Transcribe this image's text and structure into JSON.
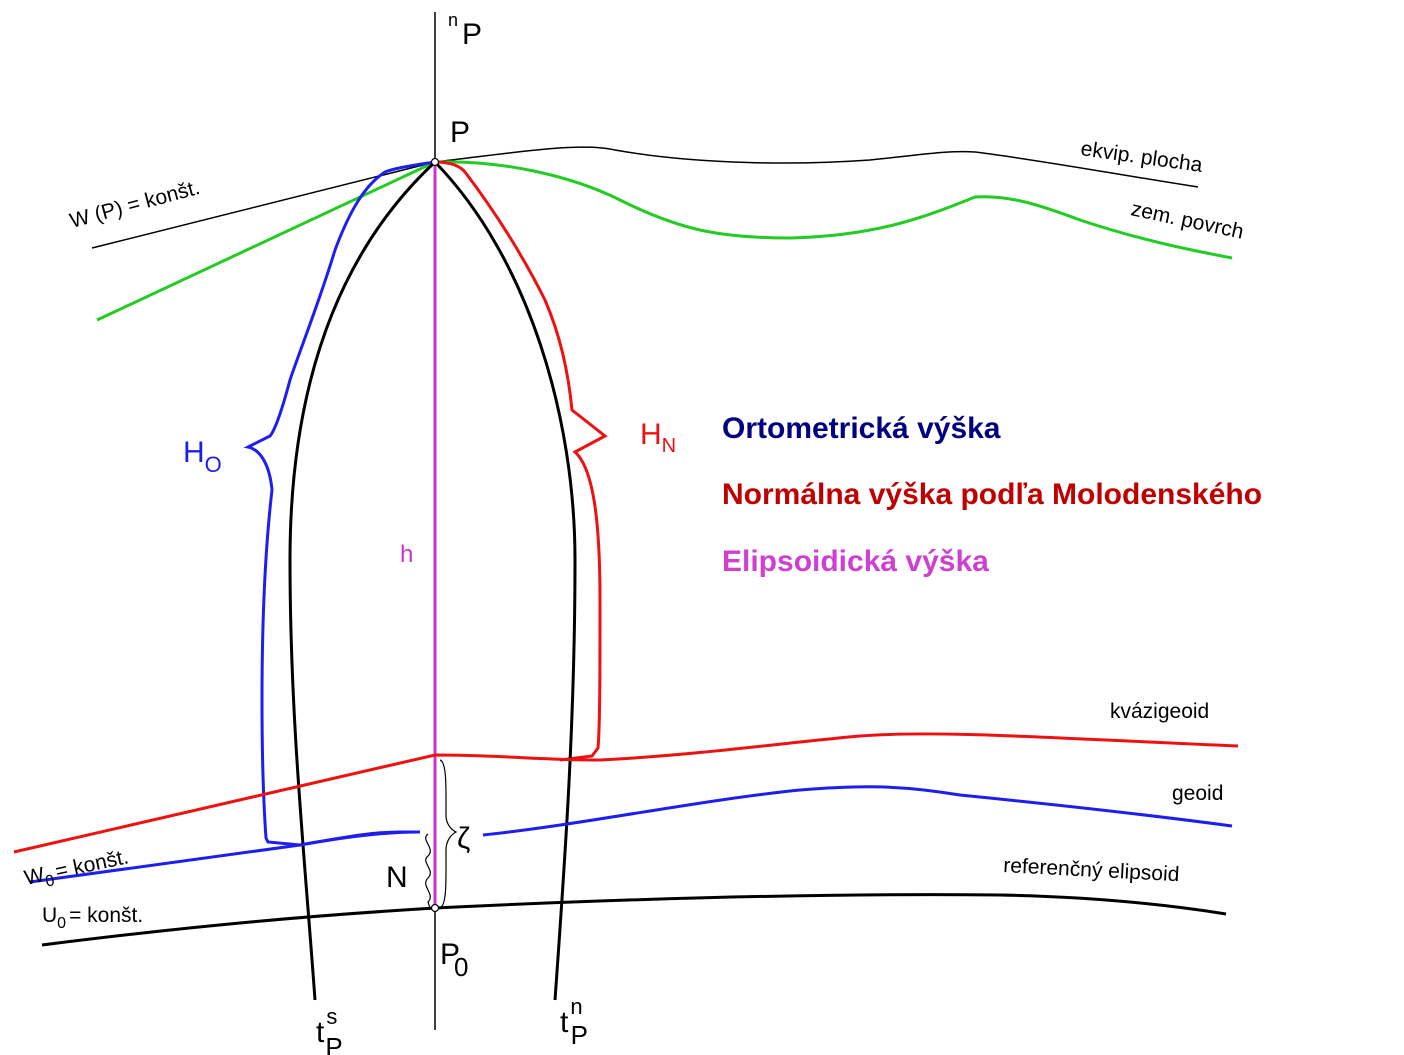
{
  "colors": {
    "orthometric": "#000080",
    "normal": "#c00000",
    "ellipsoidal": "#d040d0",
    "terrain": "#22cc22",
    "ho_curve": "#1e1eee",
    "hn_curve": "#ee1111",
    "h_line": "#cc33cc",
    "black": "#000000"
  },
  "labels": {
    "n_P_super": "n",
    "n_P_base": "P",
    "P": "P",
    "ekvip": "ekvip. plocha",
    "zem": "zem. povrch",
    "WP": "W (P) = konšt.",
    "H_O_base": "H",
    "H_O_sub": "O",
    "H_N_base": "H",
    "H_N_sub": "N",
    "h": "h",
    "kvazigeoid": "kvázigeoid",
    "geoid": "geoid",
    "ref_ellipsoid": "referenčný elipsoid",
    "W0_base": "W",
    "W0_sub": "0",
    "W0_rest": "= konšt.",
    "U0_base": "U",
    "U0_sub": "0",
    "U0_rest": "= konšt.",
    "zeta": "ζ",
    "N": "N",
    "P0_base": "P",
    "P0_sub": "0",
    "tsP_base": "t",
    "tsP_sup": "s",
    "tsP_sub": "P",
    "tnP_base": "t",
    "tnP_sup": "n",
    "tnP_sub": "P"
  },
  "legend": {
    "orthometric": "Ortometrická výška",
    "normal": "Normálna výška podľa Molodenského",
    "ellipsoidal": "Elipsoidická výška"
  }
}
